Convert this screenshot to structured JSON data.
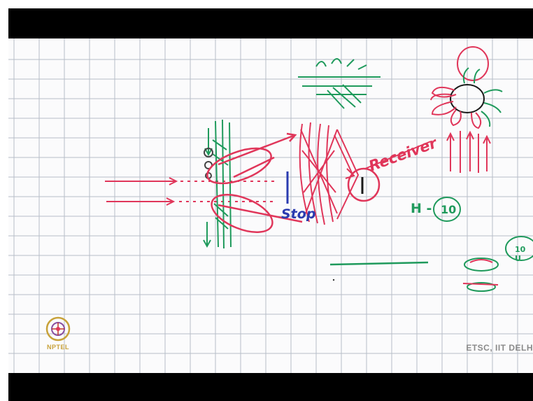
{
  "video": {
    "watermark": "ETSC, IIT DELH",
    "logo_text": "NPTEL"
  },
  "annotations": {
    "receiver": "Receiver",
    "stop": "Stop",
    "h_label": "H -",
    "h_number": "10",
    "small_circle": "10 U"
  },
  "colors": {
    "red_marker": "#e0365a",
    "green_marker": "#1f9a5c",
    "blue_marker": "#2a3bb0",
    "grid": "#b7bec8"
  }
}
